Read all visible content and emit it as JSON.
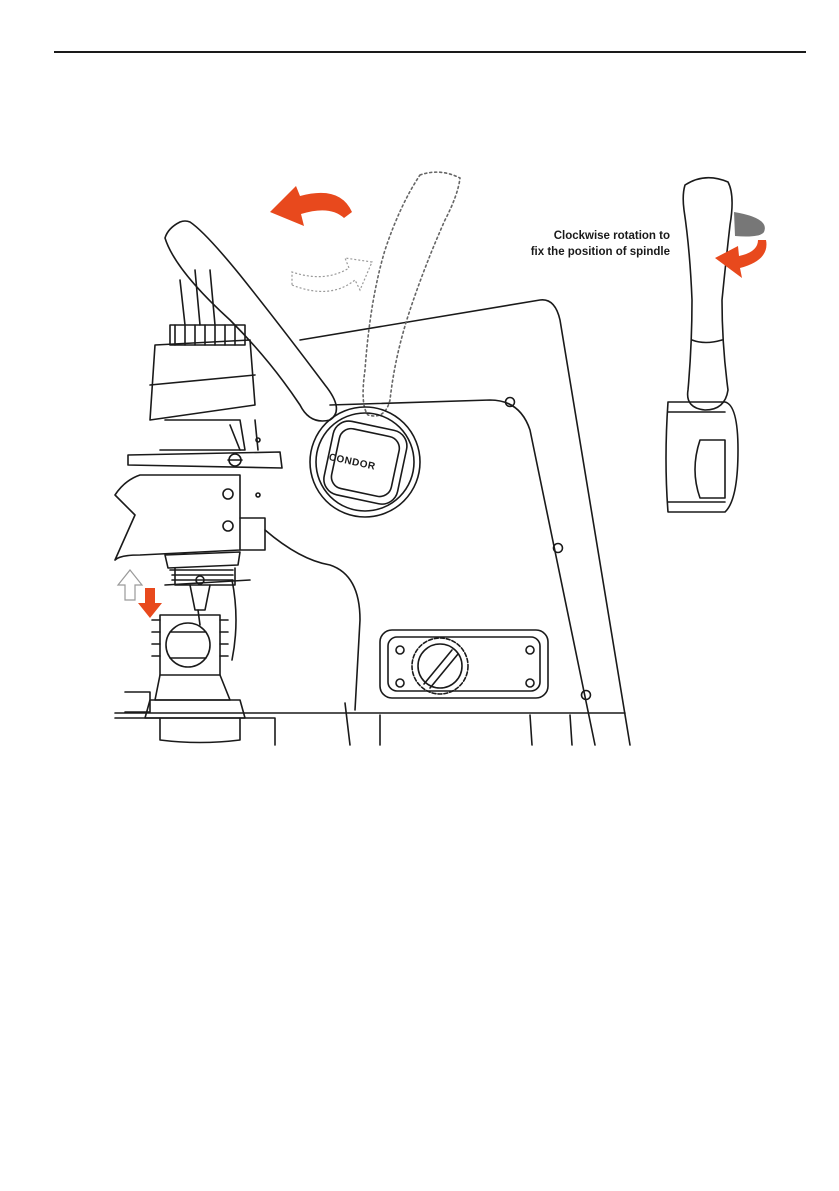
{
  "callout": {
    "line1": "Clockwise rotation to",
    "line2": "fix the position of spindle"
  },
  "machine": {
    "brand_label": "CONDOR"
  },
  "colors": {
    "arrow_accent": "#E8491D",
    "ghost_arrow": "#9a9a9a",
    "line": "#1a1a1a",
    "rotation_gray": "#777777"
  }
}
